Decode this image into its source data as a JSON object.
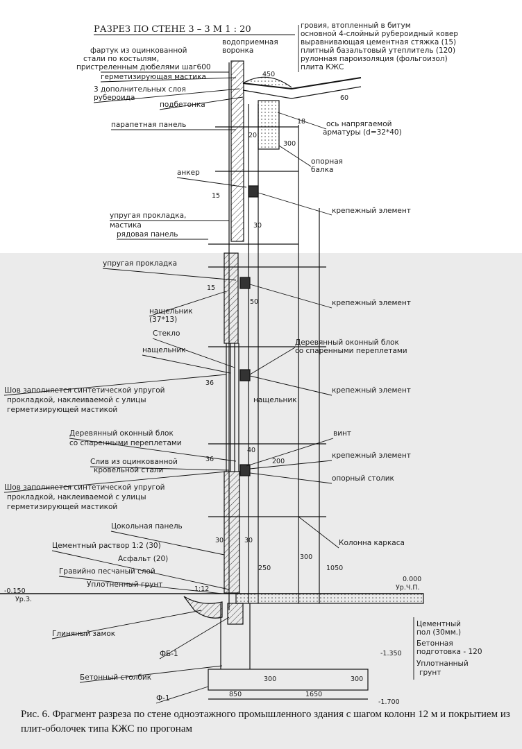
{
  "title": "РАЗРЕЗ ПО СТЕНЕ 3 – 3     М 1 : 20",
  "labels": {
    "roof_layers": [
      "гровия, втопленный в битум",
      "основной 4-слойный рубероидный ковер",
      "выравнивающая цементная стяжка (15)",
      "плитный базальтовый утеплитель (120)",
      "рулонная пароизоляция (фольгоизол)",
      "плита КЖС"
    ],
    "fartuk": [
      "фартук из оцинкованной",
      "стали по костылям,",
      "пристреленным дюбелями шаг600"
    ],
    "vodopriem": [
      "водоприемная",
      "воронка"
    ],
    "germetik": "герметизирующая мастика",
    "dop_sloi": [
      "3 дополнительных слоя",
      "рубероида"
    ],
    "podbetonka": "подбетонка",
    "parapet": "парапетная панель",
    "os_armatury": [
      "ось напрягаемой",
      "арматуры (d=32*40)"
    ],
    "opornaya_balka": [
      "опорная",
      "балка"
    ],
    "anker": "анкер",
    "krepezh": "крепежный элемент",
    "uprugaya": "упругая прокладка,",
    "mastika": "мастика",
    "ryadovaya": "рядовая панель",
    "uprugaya2": "упругая прокладка",
    "nashchelnik": [
      "нащельник",
      "(37*13)"
    ],
    "steklo": "Стекло",
    "nashchelnik2": "нащельник",
    "okonny_blok": [
      "Деревянный оконный блок",
      "со спаренными переплетами"
    ],
    "shov": [
      "Шов заполняется синтетической упругой",
      "прокладкой, наклеиваемой с улицы",
      "герметизирующей мастикой"
    ],
    "nashchelnik3": "нащельник",
    "vint": "винт",
    "sliv": [
      "Слив из оцинкованной",
      "кровельной стали"
    ],
    "oporny_stolik": "опорный столик",
    "kolonna": "Колонна каркаса",
    "tsokol": "Цокольная панель",
    "rastvor": "Цементный раствор 1:2 (30)",
    "asfalt": "Асфальт (20)",
    "graviyno": "Гравийно песчаный слой",
    "uplot_grunt": "Уплотненный грунт",
    "glinyany": "Глиняный замок",
    "fb": "ФБ-1",
    "betonny_stolbik": "Бетонный столбик",
    "f1": "Ф-1",
    "tsement_pol": [
      "Цементный",
      "пол (30мм.)"
    ],
    "beton_podg": [
      "Бетонная",
      "подготовка - 120"
    ],
    "uplot_grunt2": [
      "Уплотнанный",
      "грунт"
    ]
  },
  "dims": {
    "d450": "450",
    "d60": "60",
    "d18": "18",
    "d20": "20",
    "d300a": "300",
    "d15a": "15",
    "d30a": "30",
    "d15b": "15",
    "d50": "50",
    "d36a": "36",
    "d36b": "36",
    "d40": "40",
    "d200": "200",
    "d30b": "30",
    "d30c": "30",
    "d250": "250",
    "d300b": "300",
    "d1050": "1050",
    "d112": "1:12",
    "d300c": "300",
    "d300d": "300",
    "d850": "850",
    "d1650": "1650",
    "lev_0150": "-0.150",
    "ur3": "Ур.З.",
    "lev_000": "0.000",
    "urchp": "Ур.Ч.П.",
    "lev_1350": "-1.350",
    "lev_1700": "-1.700"
  },
  "caption": "Рис. 6. Фрагмент разреза по стене одноэтажного промышленного здания с шагом колонн 12 м и покрытием из плит-оболочек типа КЖС по прогонам"
}
